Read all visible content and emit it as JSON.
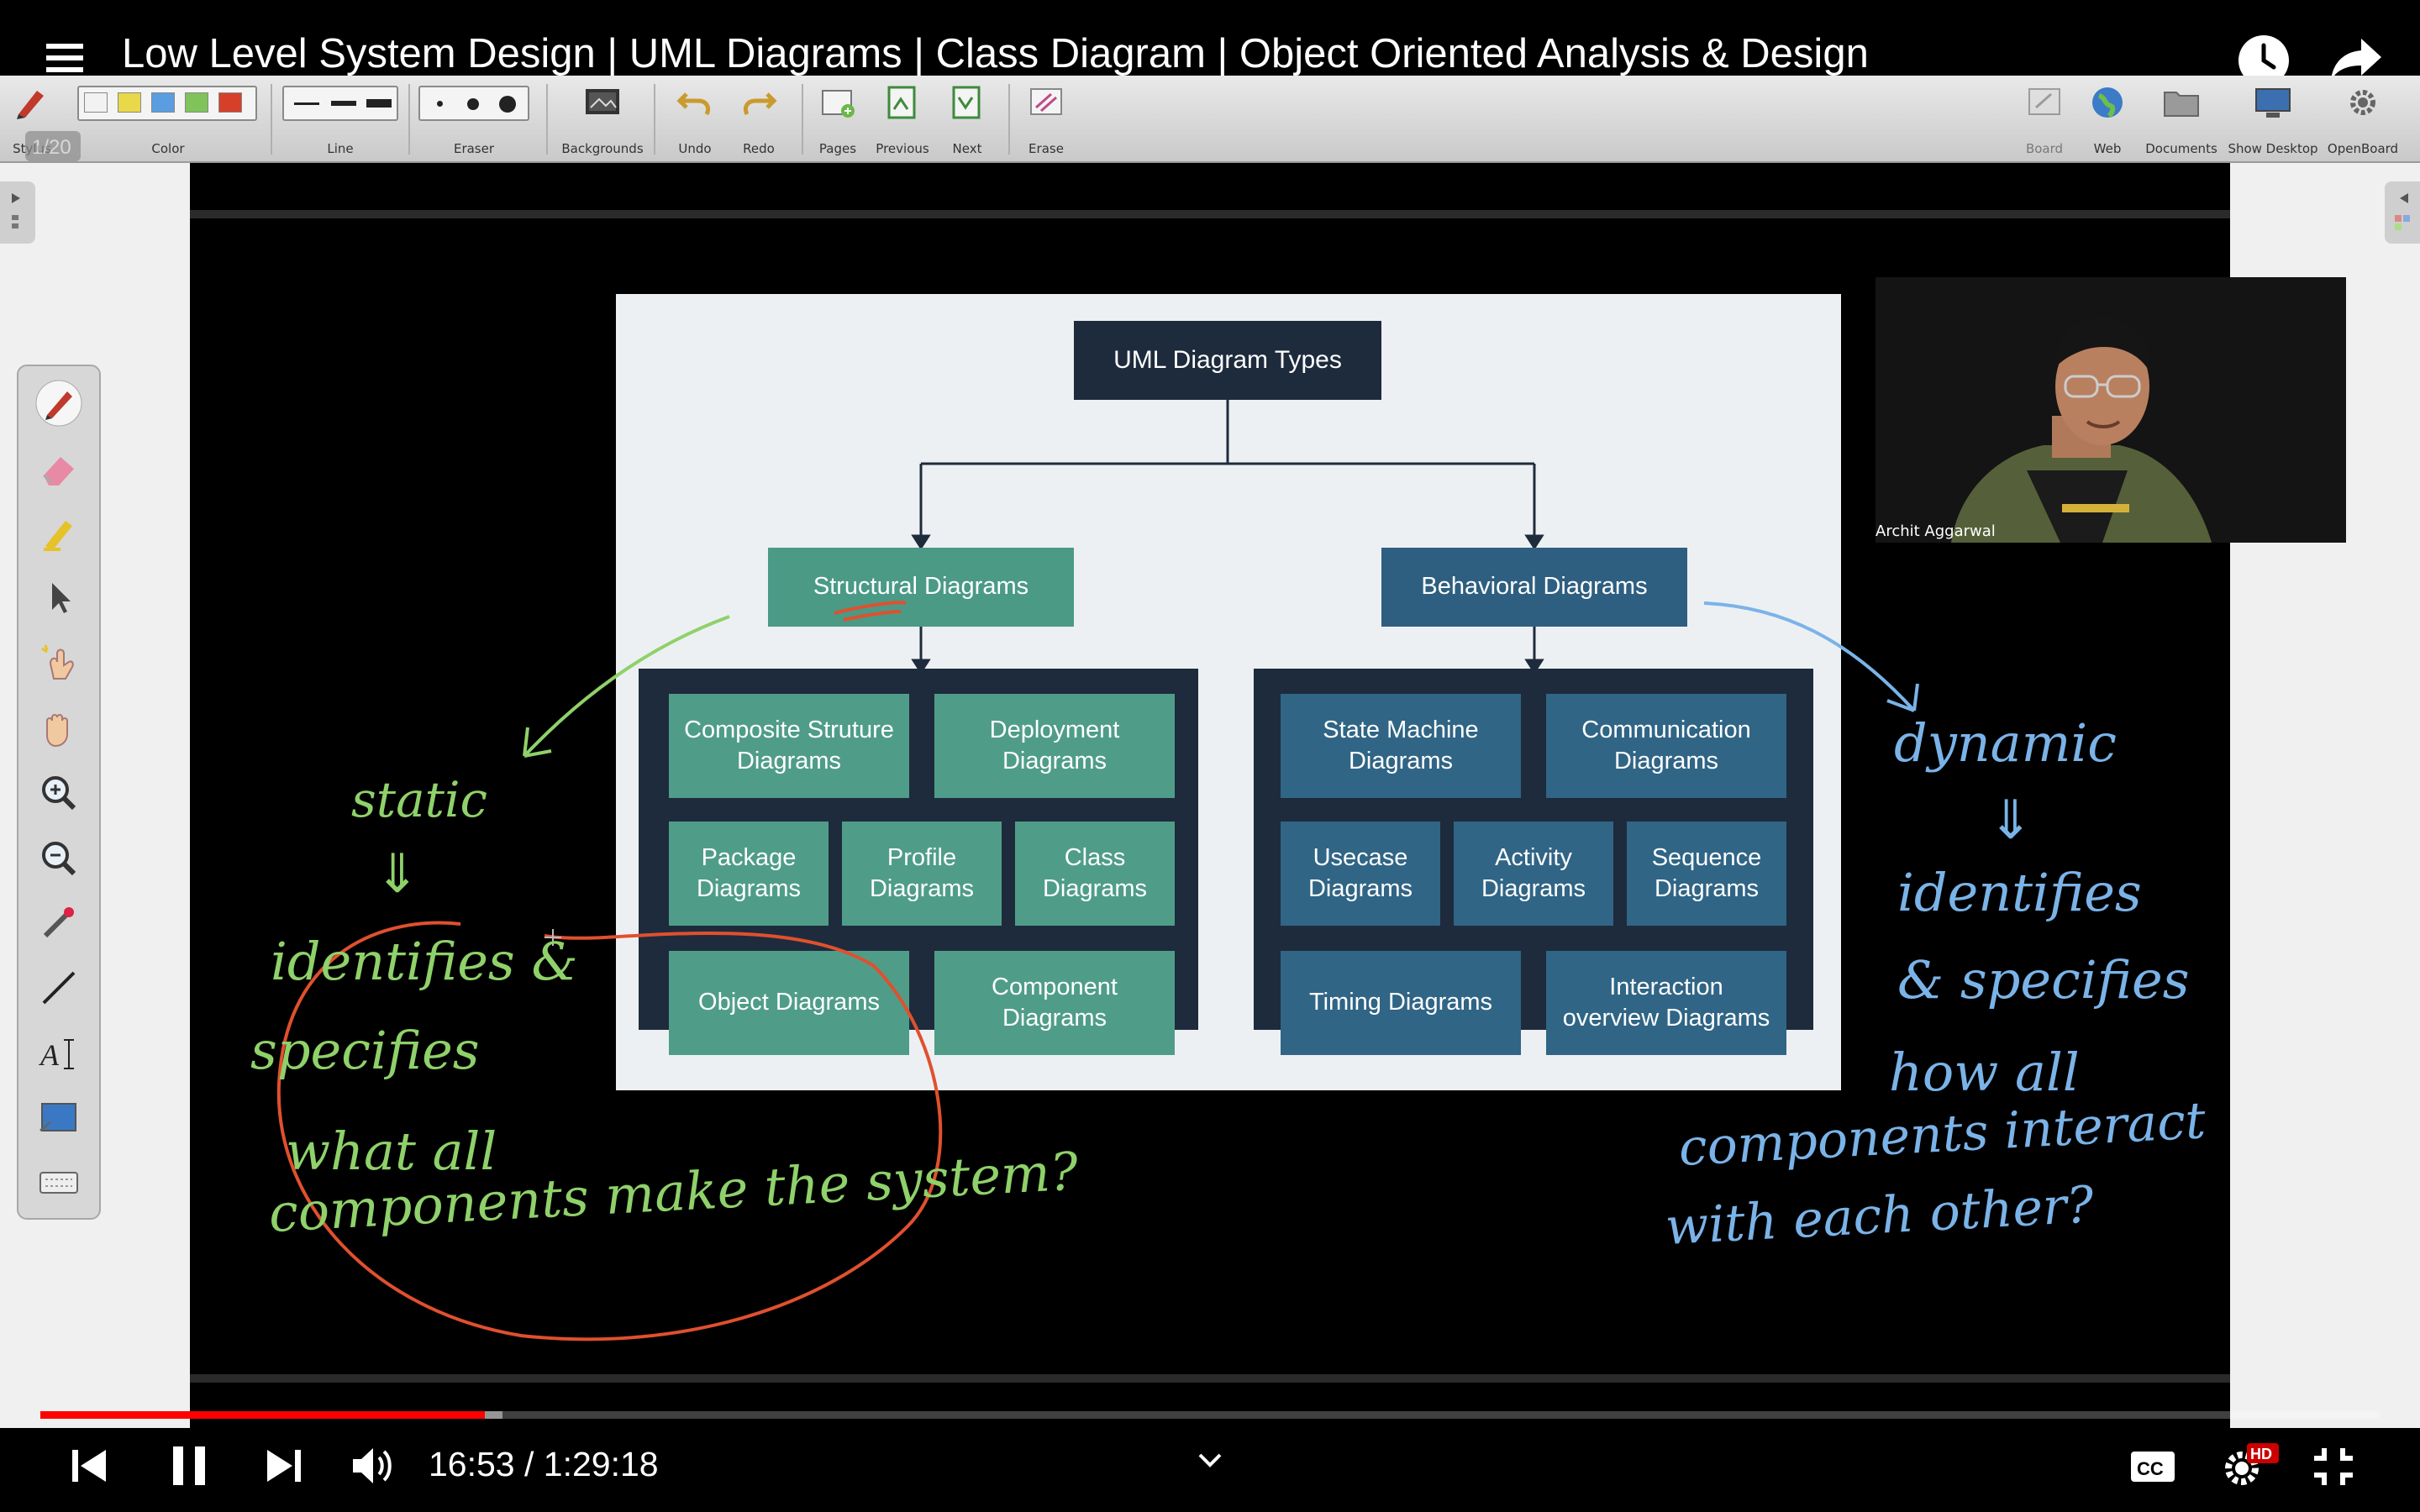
{
  "video": {
    "title": "Low Level System Design | UML Diagrams | Class Diagram | Object Oriented Analysis & Design",
    "current_time": "16:53",
    "separator": " / ",
    "duration": "1:29:18",
    "progress_fraction": 0.19
  },
  "toolbar": {
    "stylus": "Stylus",
    "color": "Color",
    "line": "Line",
    "eraser": "Eraser",
    "backgrounds": "Backgrounds",
    "undo": "Undo",
    "redo": "Redo",
    "pages": "Pages",
    "previous": "Previous",
    "next": "Next",
    "erase": "Erase",
    "board": "Board",
    "web": "Web",
    "documents": "Documents",
    "show_desktop": "Show Desktop",
    "openboard": "OpenBoard",
    "page_counter": "1/20",
    "colors": [
      "#f2f2f2",
      "#e8d84a",
      "#5a9de0",
      "#7fc35a",
      "#d6402a"
    ]
  },
  "diagram": {
    "root": "UML Diagram Types",
    "structural": "Structural Diagrams",
    "behavioral": "Behavioral Diagrams",
    "structural_items": {
      "composite_1": "Composite Struture",
      "composite_2": "Diagrams",
      "deployment_1": "Deployment",
      "deployment_2": "Diagrams",
      "package_1": "Package",
      "package_2": "Diagrams",
      "profile_1": "Profile",
      "profile_2": "Diagrams",
      "class_1": "Class",
      "class_2": "Diagrams",
      "object": "Object Diagrams",
      "component_1": "Component",
      "component_2": "Diagrams"
    },
    "behavioral_items": {
      "state_1": "State Machine",
      "state_2": "Diagrams",
      "comm_1": "Communication",
      "comm_2": "Diagrams",
      "usecase_1": "Usecase",
      "usecase_2": "Diagrams",
      "activity_1": "Activity",
      "activity_2": "Diagrams",
      "sequence_1": "Sequence",
      "sequence_2": "Diagrams",
      "timing": "Timing Diagrams",
      "interaction_1": "Interaction",
      "interaction_2": "overview Diagrams"
    }
  },
  "annotations": {
    "left": {
      "l1": "static",
      "l2": "⇓",
      "l3": "identifies &",
      "l4": "specifies",
      "l5": "what all",
      "l6": "components make the system?"
    },
    "right": {
      "l1": "dynamic",
      "l2": "⇓",
      "l3": "identifies",
      "l4": "& specifies",
      "l5": "how all",
      "l6": "components interact",
      "l7": "with each other?"
    }
  },
  "webcam": {
    "name": "Archit Aggarwal"
  },
  "colors": {
    "green_ink": "#8fd16a",
    "blue_ink": "#7ab3e8",
    "red_ink": "#e0502e",
    "progress": "#ff0000"
  }
}
